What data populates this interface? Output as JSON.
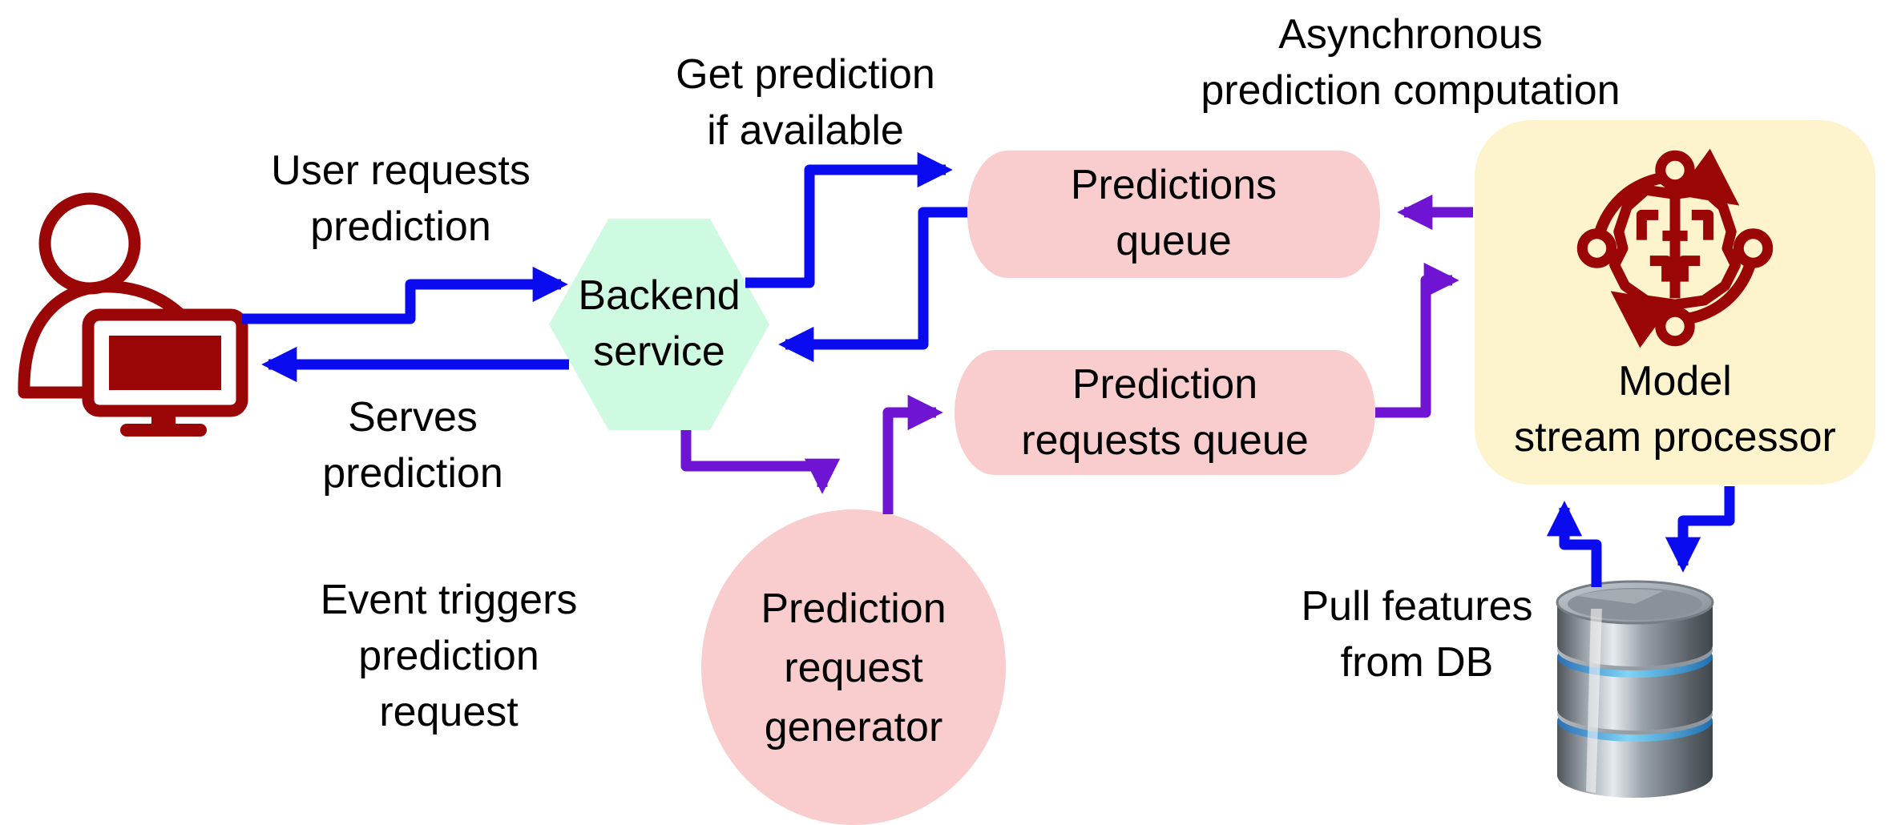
{
  "diagram_title": "Asynchronous\nprediction computation",
  "colors": {
    "arrow_blue": "#0b0bf0",
    "arrow_purple": "#6e14d2",
    "icon_maroon": "#9a0505",
    "queue_pink": "#f9cdcd",
    "hexagon_mint": "#cdfae1",
    "processor_yellow": "#fdf3cd",
    "background": "#ffffff",
    "text": "#000000"
  },
  "nodes": {
    "user": {
      "icon": "user-at-computer-icon",
      "label": ""
    },
    "backend": {
      "shape": "hexagon",
      "label": "Backend\nservice"
    },
    "predictions_queue": {
      "shape": "queue",
      "label": "Predictions\nqueue"
    },
    "requests_queue": {
      "shape": "queue",
      "label": "Prediction\nrequests queue"
    },
    "model_processor": {
      "shape": "rounded-rect",
      "icon": "ml-brain-icon",
      "label": "Model\nstream processor"
    },
    "generator": {
      "shape": "circle",
      "label": "Prediction\nrequest\ngenerator"
    },
    "database": {
      "icon": "database-icon",
      "label": ""
    }
  },
  "annotations": {
    "user_requests": "User requests\nprediction",
    "get_prediction": "Get prediction\nif available",
    "serves": "Serves\nprediction",
    "event_triggers": "Event triggers\nprediction\nrequest",
    "pull_features": "Pull features\nfrom DB"
  },
  "edges": [
    {
      "from": "user",
      "to": "backend",
      "color": "blue",
      "label": "User requests prediction"
    },
    {
      "from": "backend",
      "to": "user",
      "color": "blue",
      "label": "Serves prediction"
    },
    {
      "from": "backend",
      "to": "predictions_queue",
      "color": "blue",
      "label": "Get prediction if available"
    },
    {
      "from": "predictions_queue",
      "to": "backend",
      "color": "blue",
      "label": ""
    },
    {
      "from": "backend",
      "to": "generator",
      "color": "purple",
      "label": "Event triggers prediction request"
    },
    {
      "from": "generator",
      "to": "requests_queue",
      "color": "purple",
      "label": ""
    },
    {
      "from": "requests_queue",
      "to": "model_processor",
      "color": "purple",
      "label": ""
    },
    {
      "from": "model_processor",
      "to": "predictions_queue",
      "color": "purple",
      "label": ""
    },
    {
      "from": "database",
      "to": "model_processor",
      "color": "blue",
      "label": "Pull features from DB"
    },
    {
      "from": "model_processor",
      "to": "database",
      "color": "blue",
      "label": ""
    }
  ]
}
